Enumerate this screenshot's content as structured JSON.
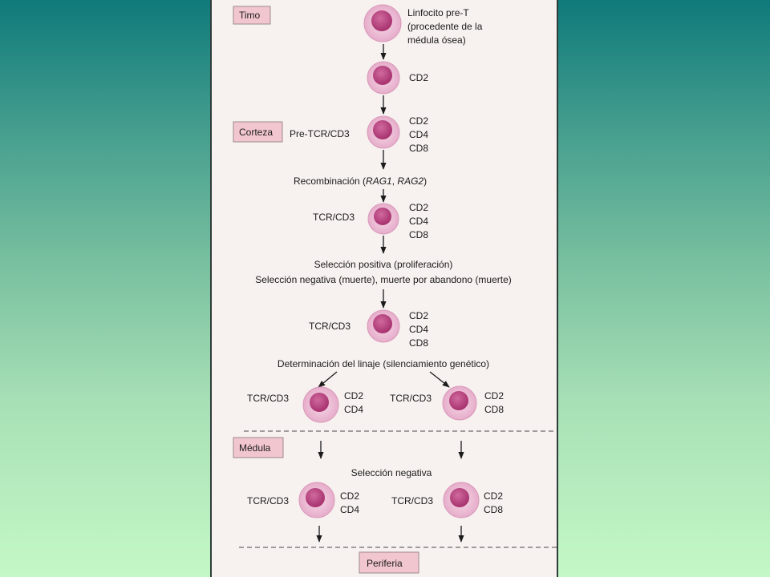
{
  "diagram": {
    "zones": {
      "thymus": "Timo",
      "cortex": "Corteza",
      "medulla": "Médula",
      "periphery": "Periferia"
    },
    "stage1": {
      "desc_line1": "Linfocito pre-T",
      "desc_line2": "(procedente de la",
      "desc_line3": "médula ósea)"
    },
    "stage2": {
      "marker1": "CD2"
    },
    "stage3": {
      "receptor": "Pre-TCR/CD3",
      "marker1": "CD2",
      "marker2": "CD4",
      "marker3": "CD8"
    },
    "recombination": {
      "prefix": "Recombinación (",
      "gene1": "RAG1",
      "sep": ", ",
      "gene2": "RAG2",
      "suffix": ")"
    },
    "stage4": {
      "receptor": "TCR/CD3",
      "marker1": "CD2",
      "marker2": "CD4",
      "marker3": "CD8"
    },
    "selection": {
      "line1": "Selección positiva (proliferación)",
      "line2": "Selección negativa (muerte), muerte por abandono (muerte)"
    },
    "stage5": {
      "receptor": "TCR/CD3",
      "marker1": "CD2",
      "marker2": "CD4",
      "marker3": "CD8"
    },
    "lineage": "Determinación del linaje (silenciamiento genético)",
    "branch_cd4": {
      "receptor": "TCR/CD3",
      "marker1": "CD2",
      "marker2": "CD4"
    },
    "branch_cd8": {
      "receptor": "TCR/CD3",
      "marker1": "CD2",
      "marker2": "CD8"
    },
    "negative_selection": "Selección negativa",
    "medulla_cd4": {
      "receptor": "TCR/CD3",
      "marker1": "CD2",
      "marker2": "CD4"
    },
    "medulla_cd8": {
      "receptor": "TCR/CD3",
      "marker1": "CD2",
      "marker2": "CD8"
    }
  },
  "colors": {
    "cell_outer": "#ecbcd6",
    "cell_nucleus": "#b9407e",
    "label_box": "#f2c6cf",
    "panel": "#f7f1ef",
    "background_top": "#0f7a7a",
    "background_bottom": "#c4f8c6"
  }
}
